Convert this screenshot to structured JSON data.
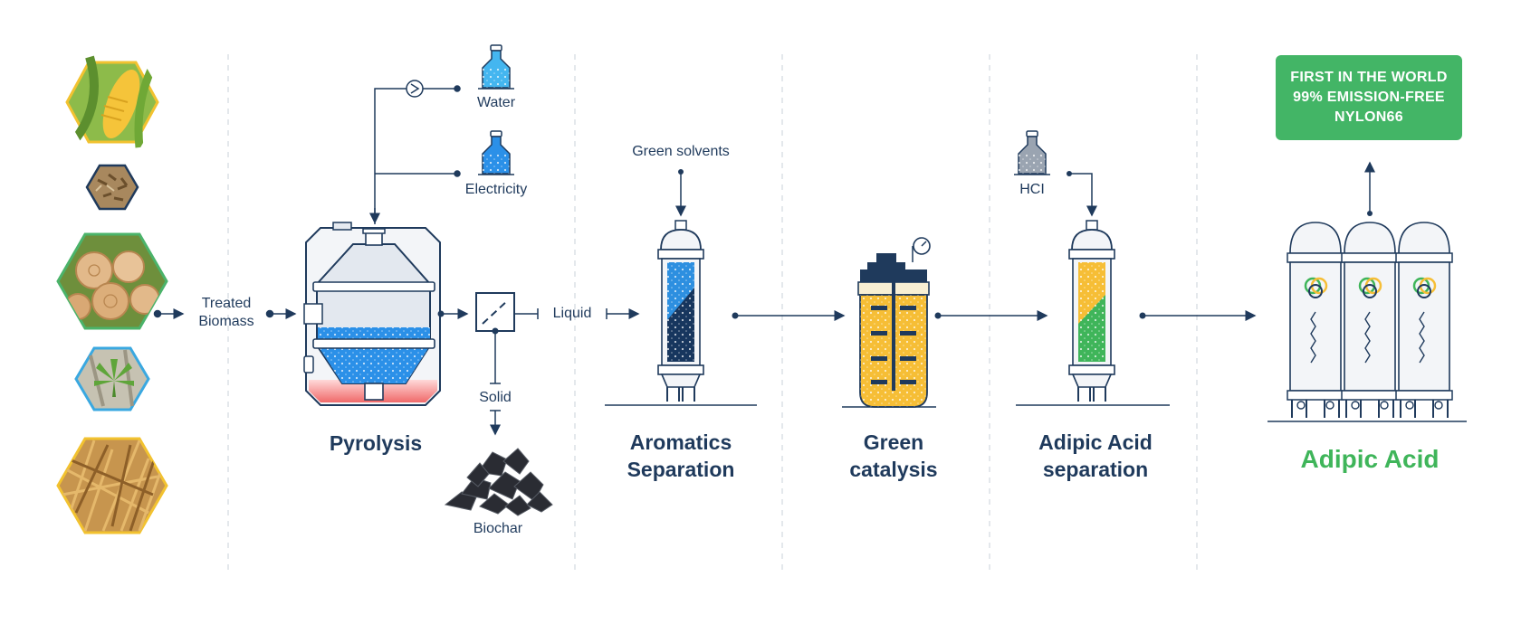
{
  "feedstock": {
    "icons": [
      "corn-icon",
      "wood-chips-icon",
      "logs-icon",
      "hemp-icon",
      "straw-icon"
    ],
    "treated_line1": "Treated",
    "treated_line2": "Biomass"
  },
  "pyrolysis": {
    "title": "Pyrolysis",
    "inputs": {
      "water": "Water",
      "electricity": "Electricity"
    },
    "outputs": {
      "liquid": "Liquid",
      "solid": "Solid",
      "biochar": "Biochar"
    }
  },
  "aromatics": {
    "solvents": "Green solvents",
    "title_line1": "Aromatics",
    "title_line2": "Separation"
  },
  "catalysis": {
    "title_line1": "Green",
    "title_line2": "catalysis"
  },
  "adipic_sep": {
    "reagent": "HCI",
    "title_line1": "Adipic Acid",
    "title_line2": "separation"
  },
  "product": {
    "title": "Adipic Acid",
    "badge": [
      "FIRST IN THE WORLD",
      "99% EMISSION-FREE",
      "NYLON66"
    ]
  },
  "colors": {
    "navy": "#1f3a5c",
    "blue": "#2d8fe0",
    "yellow": "#f6be36",
    "green": "#43b566",
    "red": "#f06a6a"
  }
}
